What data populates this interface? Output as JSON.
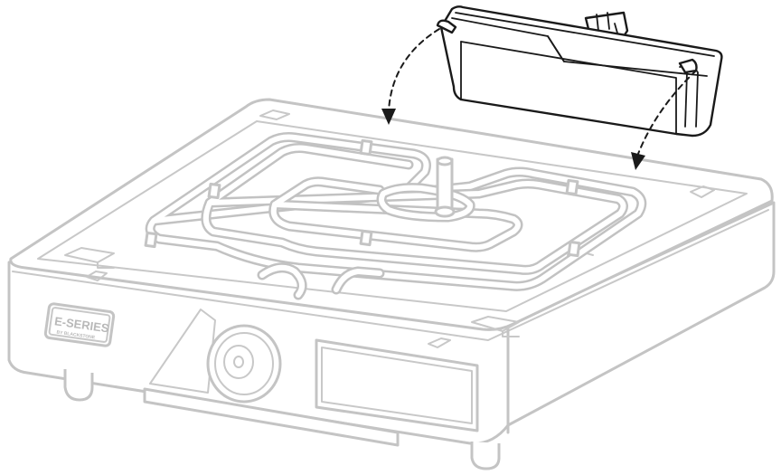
{
  "diagram": {
    "badge": {
      "brand": "E-SERIES",
      "subtext": "BY BLACKSTONE"
    },
    "parts": [
      "griddle-base",
      "heating-coil",
      "grease-tray"
    ],
    "arrows": 2,
    "colors": {
      "ghost_outline": "#c4c4c4",
      "highlight_part": "#1a1a1a",
      "background": "#ffffff"
    }
  }
}
